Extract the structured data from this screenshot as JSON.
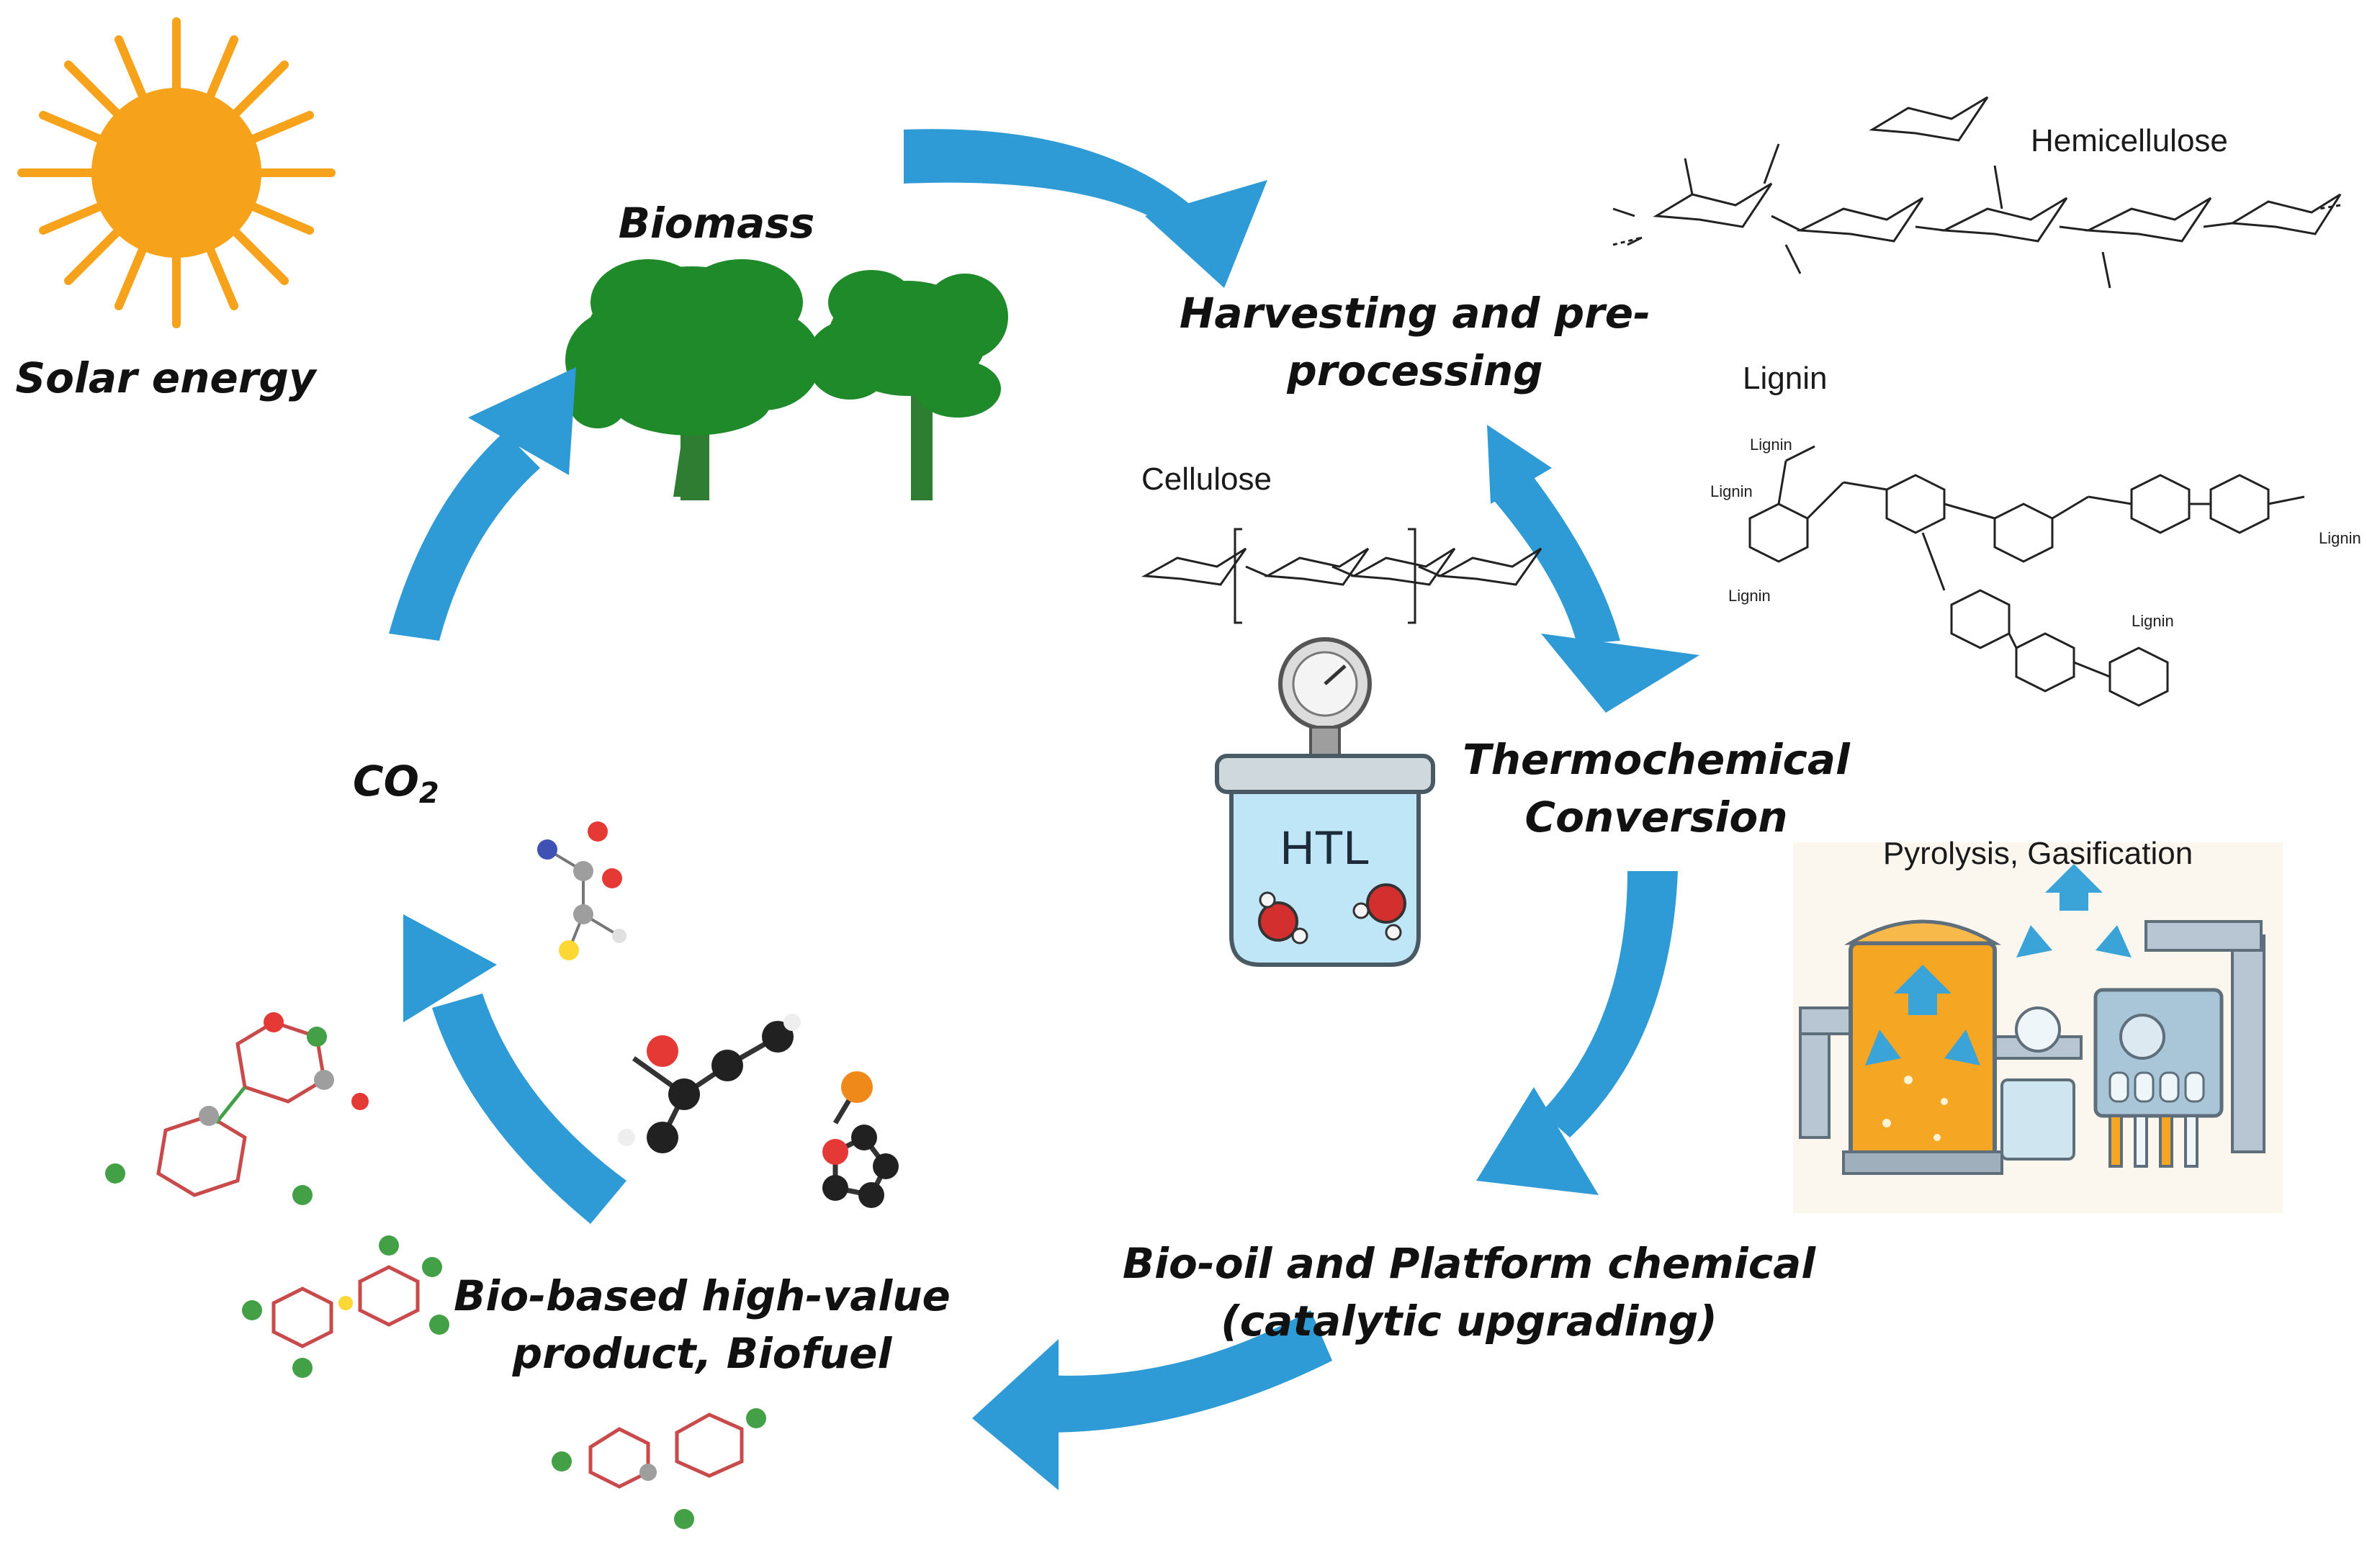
{
  "stages": {
    "solar_energy": "Solar energy",
    "biomass": "Biomass",
    "harvesting_line1": "Harvesting and pre-",
    "harvesting_line2": "processing",
    "thermochemical_line1": "Thermochemical",
    "thermochemical_line2": "Conversion",
    "biooil_line1": "Bio-oil and Platform chemical",
    "biooil_line2": "(catalytic upgrading)",
    "product_line1": "Bio-based high-value",
    "product_line2": "product, Biofuel",
    "co2": "CO",
    "co2_subscript": "2"
  },
  "structures": {
    "hemicellulose": "Hemicellulose",
    "lignin": "Lignin",
    "cellulose": "Cellulose",
    "lignin_unit": "Lignin"
  },
  "processes": {
    "htl": "HTL",
    "pyrolysis": "Pyrolysis, Gasification"
  },
  "colors": {
    "arrow": "#2f9bd6",
    "sun": "#f7a21b",
    "tree": "#1f8a2a",
    "trunk": "#2e7d32",
    "reactor_liquid": "#bfe6f7",
    "reactor_orange": "#f5a623"
  }
}
